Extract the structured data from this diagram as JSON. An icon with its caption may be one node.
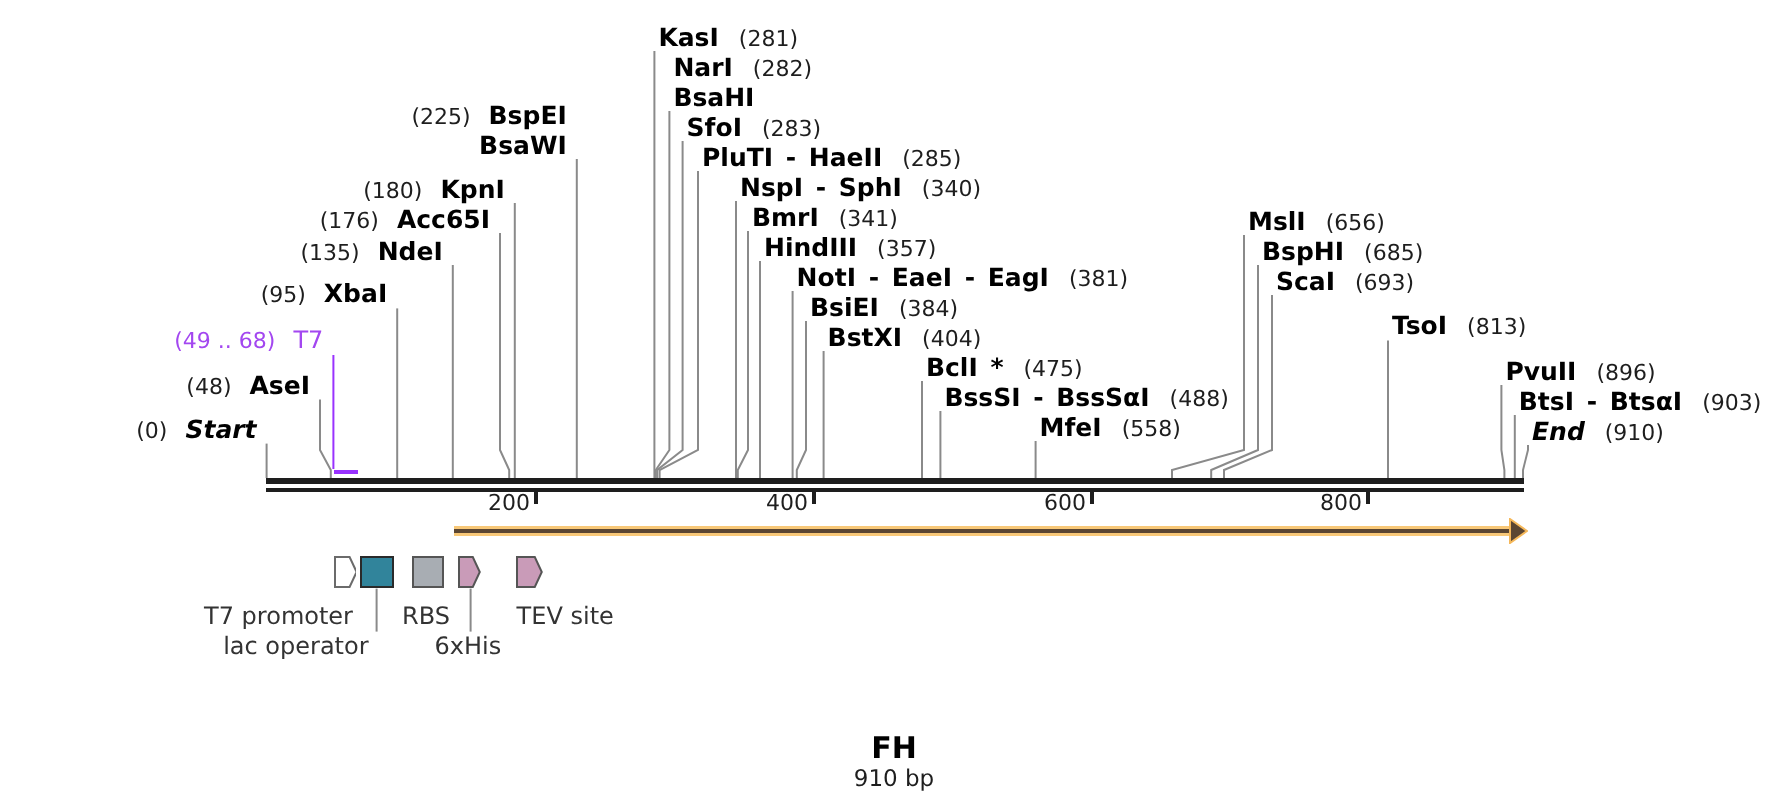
{
  "diagram": {
    "title": "FH",
    "caption": "910 bp",
    "nodes": [
      {
        "text": [
          "HindIII",
          "(357)"
        ]
      },
      {
        "text": [
          "NotI - EaeI - EagI",
          "(381)"
        ]
      },
      {
        "text": [
          "(225)",
          "BspEI",
          "BsaWI"
        ]
      },
      {
        "text": [
          "BsiEI",
          "(384)"
        ]
      },
      {
        "text": [
          "(180)",
          "KpnI"
        ]
      },
      {
        "text": [
          "BstXI",
          "(404)"
        ]
      },
      {
        "text": [
          "(176)",
          "Acc65I"
        ]
      },
      {
        "text": [
          "KasI",
          "(281)"
        ]
      },
      {
        "text": [
          "BclI *",
          "(475)"
        ]
      },
      {
        "text": [
          "(135)",
          "NdeI"
        ]
      },
      {
        "text": [
          "NarI",
          "(282)",
          "BsaHI"
        ]
      },
      {
        "text": [
          "BssSI - BssSαI",
          "(488)"
        ]
      },
      {
        "text": [
          "(95)",
          "XbaI"
        ]
      },
      {
        "text": [
          "MfeI",
          "(558)"
        ]
      },
      {
        "text": [
          "SfoI",
          "(283)"
        ]
      },
      {
        "text": [
          "TsoI",
          "(813)"
        ]
      },
      {
        "text": [
          "(49 .. 68)",
          "T7"
        ]
      },
      {
        "text": [
          "PluTI - HaeII",
          "(285)"
        ]
      },
      {
        "text": [
          "MslI",
          "(656)"
        ]
      },
      {
        "text": [
          "PvuII",
          "(896)"
        ]
      },
      {
        "text": [
          "(48)",
          "AseI"
        ]
      },
      {
        "text": [
          "NspI - SphI",
          "(340)"
        ]
      },
      {
        "text": [
          "BspHI",
          "(685)"
        ]
      },
      {
        "text": [
          "BtsI - BtsαI",
          "(903)"
        ]
      },
      {
        "text": [
          "(0)",
          "Start"
        ]
      },
      {
        "text": [
          "BmrI",
          "(341)"
        ]
      },
      {
        "text": [
          "ScaI",
          "(693)"
        ]
      },
      {
        "text": [
          "End",
          "(910)"
        ]
      },
      {
        "text": [],
        "shape": "bar"
      },
      {
        "text": [],
        "shape": "bar"
      },
      {
        "text": [],
        "shape": "arrow"
      },
      {
        "text": [],
        "shape": "pentagon",
        "beside": [
          "T7 promoter"
        ]
      },
      {
        "text": [],
        "shape": "box"
      },
      {
        "text": [],
        "shape": "box",
        "beside": [
          "RBS"
        ]
      },
      {
        "text": [],
        "shape": "pentagon"
      },
      {
        "text": [],
        "shape": "pentagon",
        "beside": [
          "TEV site"
        ]
      },
      {
        "text": [
          "lac operator"
        ]
      },
      {
        "text": [
          "6xHis"
        ]
      }
    ],
    "edges": [
      {
        "from": 0,
        "to": 29,
        "arrow": "none"
      },
      {
        "from": 1,
        "to": 29,
        "arrow": "none"
      },
      {
        "from": 2,
        "to": 29,
        "arrow": "none"
      },
      {
        "from": 3,
        "to": 29,
        "arrow": "none"
      },
      {
        "from": 4,
        "to": 29,
        "arrow": "none"
      },
      {
        "from": 5,
        "to": 29,
        "arrow": "none"
      },
      {
        "from": 6,
        "to": 29,
        "arrow": "none"
      },
      {
        "from": 7,
        "to": 29,
        "arrow": "none"
      },
      {
        "from": 8,
        "to": 29,
        "arrow": "none"
      },
      {
        "from": 9,
        "to": 29,
        "arrow": "none"
      },
      {
        "from": 10,
        "to": 29,
        "arrow": "none"
      },
      {
        "from": 11,
        "to": 29,
        "arrow": "none"
      },
      {
        "from": 12,
        "to": 29,
        "arrow": "none"
      },
      {
        "from": 13,
        "to": 29,
        "arrow": "none"
      },
      {
        "from": 14,
        "to": 29,
        "arrow": "none"
      },
      {
        "from": 15,
        "to": 29,
        "arrow": "none"
      },
      {
        "from": 16,
        "to": 28,
        "arrow": "none",
        "color": "#9933ff"
      },
      {
        "from": 17,
        "to": 29,
        "arrow": "none"
      },
      {
        "from": 18,
        "to": 29,
        "arrow": "none"
      },
      {
        "from": 19,
        "to": 29,
        "arrow": "none"
      },
      {
        "from": 20,
        "to": 29,
        "arrow": "none"
      },
      {
        "from": 21,
        "to": 29,
        "arrow": "none"
      },
      {
        "from": 22,
        "to": 29,
        "arrow": "none"
      },
      {
        "from": 23,
        "to": 29,
        "arrow": "none"
      },
      {
        "from": 24,
        "to": 29,
        "arrow": "none"
      },
      {
        "from": 25,
        "to": 29,
        "arrow": "none"
      },
      {
        "from": 26,
        "to": 29,
        "arrow": "none"
      },
      {
        "from": 27,
        "to": 29,
        "arrow": "none"
      },
      {
        "from": 36,
        "to": 32,
        "arrow": "none"
      },
      {
        "from": 37,
        "to": 34,
        "arrow": "none"
      }
    ],
    "labels": [
      "200",
      "400",
      "600",
      "800"
    ]
  }
}
